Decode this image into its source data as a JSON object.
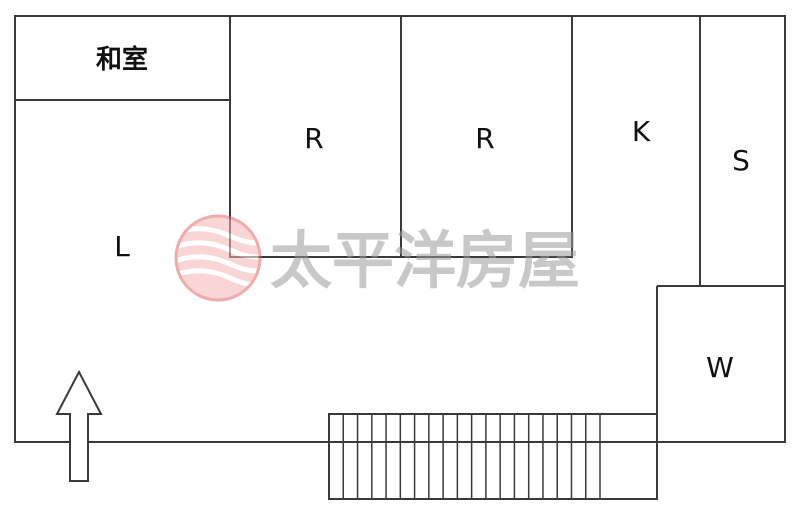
{
  "rooms": {
    "washitsu": "和室",
    "living": "L",
    "room1": "R",
    "room2": "R",
    "kitchen": "K",
    "storage": "S",
    "wc": "W"
  },
  "watermark": {
    "text": "太平洋房屋",
    "logo_icon": "wave-sphere-logo-icon",
    "logo_color": "#e8686a",
    "text_color": "#9a9a9a"
  },
  "entrance": {
    "icon": "up-arrow-icon"
  }
}
